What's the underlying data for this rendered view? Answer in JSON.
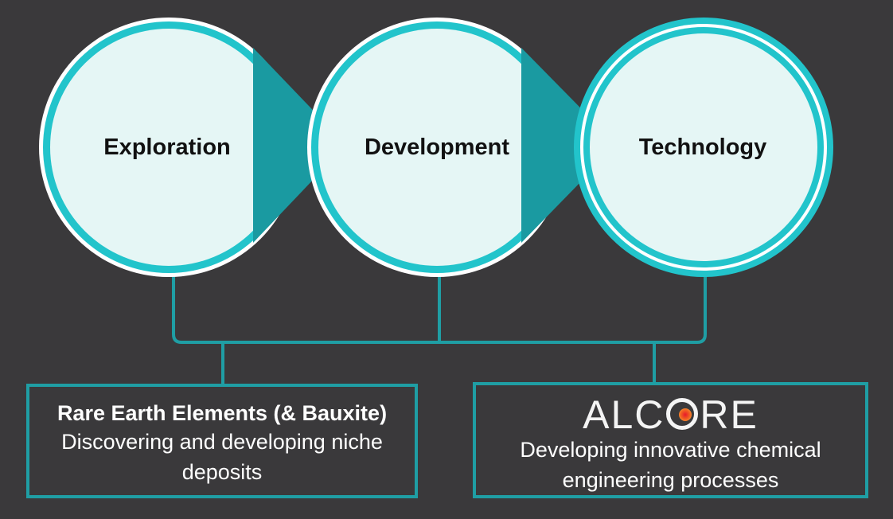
{
  "stages": [
    {
      "label": "Exploration"
    },
    {
      "label": "Development"
    },
    {
      "label": "Technology"
    }
  ],
  "boxes": {
    "left": {
      "title": "Rare Earth Elements (& Bauxite)",
      "text": "Discovering and developing niche deposits"
    },
    "right": {
      "logo_left": "ALC",
      "logo_right": "RE",
      "text": "Developing innovative chemical engineering processes"
    }
  },
  "colors": {
    "background": "#3a393b",
    "circle_fill": "#e5f6f5",
    "circle_ring": "#22c4cb",
    "circle_ring_dark": "#1a9aa1",
    "arrow": "#1a9aa1",
    "connector": "#1f9ea4",
    "logo_core": "#e8182c"
  }
}
